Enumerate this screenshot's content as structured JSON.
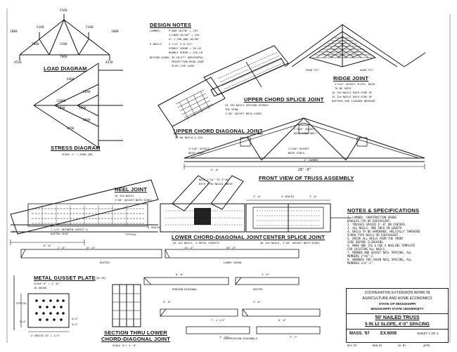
{
  "sheet": {
    "load_diagram": {
      "title": "LOAD DIAGRAM",
      "values": [
        "2160",
        "2160",
        "2160",
        "1080",
        "1080",
        "4520",
        "4520",
        "5800",
        "5200",
        "7800"
      ]
    },
    "stress_diagram": {
      "title": "STRESS DIAGRAM",
      "scale": "SCALE 1\" = 2000 LBS.",
      "values": [
        "12800",
        "7800",
        "5200",
        "6460",
        "8450",
        "5840",
        "8840"
      ]
    },
    "design_notes": {
      "title": "DESIGN NOTES",
      "lumber_label": "LUMBER:",
      "lumber_lines": [
        "F=600 LB/IN² + 15%",
        "C=1000 LB/IN² + 15%",
        "E= 1,760,000 LB/IN²"
      ],
      "nails_label": "8 NAILS:",
      "nails_lines": [
        "3 1/4\" X 0.131\"",
        "SINGLE SHEAR = 96 LB",
        "DOUBLE SHEAR = 216 LB"
      ],
      "loading_label": "DESIGN LOADS:",
      "loading_lines": [
        "30 LB/FT² HORIZONTAL",
        "PROJECTION DEAD LOAD",
        "PLUS LIVE LOAD"
      ]
    },
    "ridge_joint": {
      "title": "RIDGE JOINT",
      "notes": [
        "1\"X12\" GUSSET PLATE, BACK",
        "TO BE USED",
        "34 12d NAILS EACH SIDE OF",
        "24 12d NAILS EACH SIDE OF",
        "RAFTERS ARE FLOODED BEARING"
      ],
      "fit_labels": [
        "POOR FIT",
        "GOOD FIT"
      ]
    },
    "upper_chord_splice": {
      "title": "UPPER CHORD SPLICE JOINT",
      "notes": [
        "24 12d NAILS SPACING ACROSS",
        "THE SPAN",
        "1\"X8\" GUSSET BOTH SIDES"
      ]
    },
    "upper_chord_diagonal": {
      "title": "UPPER CHORD DIAGONAL JOINT",
      "notes": [
        "20 8d NAILS & 12d"
      ]
    },
    "front_view": {
      "title": "FRONT VIEW OF TRUSS ASSEMBLY",
      "labels": [
        "1\"X10\" GUSSET",
        "BACK SIDE ONLY",
        "1\"X10\" GUSSET",
        "BOTH SIDES",
        "1\"X10\" GUSSET",
        "BOTH SIDES",
        "1\" CAMBER",
        "2'-0\"",
        "26'-0\""
      ]
    },
    "heel_joint": {
      "title": "HEEL JOINT",
      "notes": [
        "16 12d NAILS",
        "1\"X8\" GUSSET BOTH SIDES",
        "1 1/4\" BETWEEN GUSSET &",
        "RAFTER SEAT"
      ],
      "labels": [
        "TYPICAL",
        "8 SPACES",
        "6'-0\"",
        "9\""
      ]
    },
    "lower_chord_diagonal": {
      "title": "LOWER CHORD-DIAGONAL JOINT",
      "notes": [
        "NAIL 2\"X4\" TO 2\"X8\"",
        "WITH 5 8d NAILS ABOVE",
        "28 12d NAILS, 4 METAL SOCKETS"
      ]
    },
    "center_splice": {
      "title": "CENTER SPLICE JOINT",
      "notes": [
        "50 12d NAILS, 1\"X8\" GUSSET BOTH SIDES"
      ],
      "labels": [
        "3'-0\"",
        "5 SPACES",
        "3'-0\""
      ]
    },
    "notes_specs": {
      "title": "NOTES & SPECIFICATIONS",
      "lines": [
        "1. LUMBER: CONSTRUCTION GRADE",
        "   DOUGLAS FIR OR EQUIVALENT.",
        "2. TRUSSES SPACED 4'-0\" ON CENTERS.",
        "3. ALL NAILS: ONE INCH IN LENGTH.",
        "4. NAILS TO BE HARDENED, HELICALLY THREADED",
        "   SCREW-TYPE NAILS OR EQUIVALENT.",
        "5. DRIVE ALL NAILS FROM THE FRONT",
        "   SIDE BEFORE CLINCHING.",
        "6. MAKE ONE JIG & USE A NAILING TEMPLATE",
        "   FOR LOCATING ALL NAILS.",
        "7. MEMBER AND GUSSET NAIL SPACING, ALL",
        "   MEMBERS 2\"X6\"-2.",
        "8. NEMBERS FOR CHAIN NAIL SPACING, ALL",
        "   MEMBERS 3/4\"-1\"."
      ]
    },
    "metal_gusset": {
      "title": "METAL GUSSET PLATE",
      "subtitle": "(ID 56)",
      "notes": [
        "SCALE 6\" = 1'-0\"",
        "16 GAUGE",
        "TYPICAL"
      ],
      "labels": [
        "3/4\"",
        "4 SPACES AT 1 1/4\"",
        "3/4\"",
        "3/4\""
      ]
    },
    "section_lower_chord": {
      "title_lines": [
        "SECTION THRU LOWER",
        "CHORD-DIAGONAL JOINT"
      ],
      "scale": "SCALE 3\"= 1'-0\""
    },
    "members": {
      "rafter": "RAFTER",
      "lower_chord": "LOWER CHORD",
      "tension_diagonal": "TENSION DIAGONAL",
      "rafter2": "RAFTER",
      "compression_diagonals": "COMPRESSION DIAGONALS",
      "dims": [
        "2'-6\"",
        "15'-6\"",
        "14'-5\"",
        "26'-0\"",
        "8'-6\"",
        "4'-6\"",
        "6'-6\"",
        "5'-6\"",
        "7'-1 1/2\"",
        "6'-6\"",
        "3'-11\"",
        "2'-7\""
      ]
    },
    "title_block": {
      "line1": "COOPERATIVE EXTENSION WORK IN",
      "line2": "AGRICULTURE AND HOME ECONOMICS",
      "line3": "STATE OF MISSISSIPPI",
      "line4": "MISSISSIPPI STATE UNIVERSITY",
      "title1": "50' NAILED TRUSS",
      "title2": "5 IN 12 SLOPE, 4'-0\" SPACING",
      "sheet_id": "MASS. '67",
      "ex_no": "EX.6009",
      "sheet_no": "SHEET 1 OF 1",
      "bottom_labels": [
        "DES BY",
        "DRN BY",
        "CK BY",
        "APPR"
      ]
    }
  }
}
